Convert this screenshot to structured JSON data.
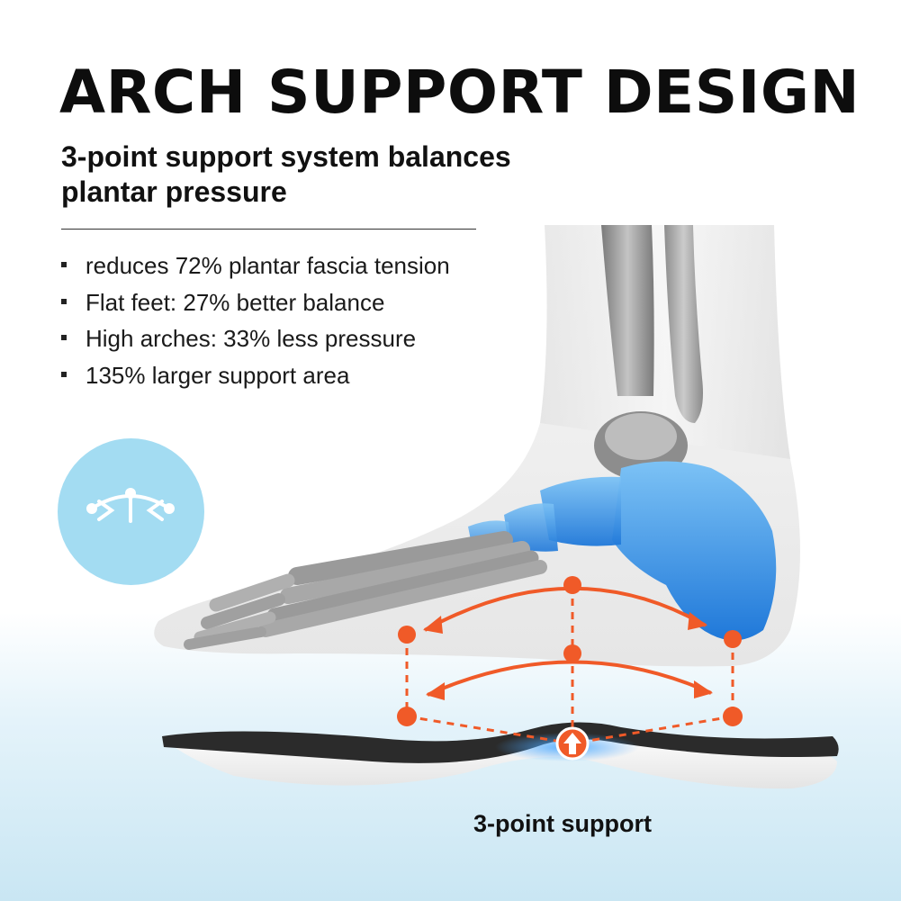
{
  "title": "ARCH SUPPORT DESIGN",
  "subtitle": "3-point support system balances plantar pressure",
  "features": [
    "reduces 72% plantar fascia tension",
    "Flat feet: 27% better balance",
    "High arches: 33% less pressure",
    "135% larger support area"
  ],
  "badge_icon": "arch-balance-icon",
  "caption": "3-point support",
  "colors": {
    "accent": "#f05a28",
    "badge": "#a3dcf2",
    "bone_blue": "#2f8ee8",
    "insole_top": "#2b2b2b",
    "insole_foam": "#f4f4f4"
  }
}
